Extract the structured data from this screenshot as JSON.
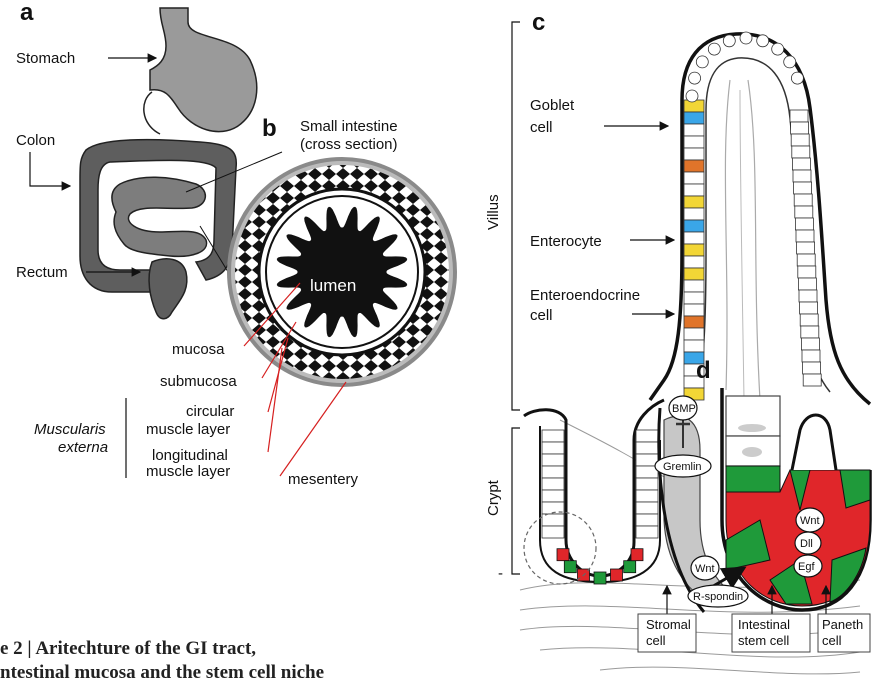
{
  "panels": {
    "a": "a",
    "b": "b",
    "c": "c",
    "d": "d"
  },
  "panel_a": {
    "stomach": "Stomach",
    "colon": "Colon",
    "rectum": "Rectum"
  },
  "panel_b": {
    "title_line1": "Small intestine",
    "title_line2": "(cross section)",
    "lumen": "lumen",
    "mucosa": "mucosa",
    "submucosa": "submucosa",
    "circular_1": "circular",
    "circular_2": "muscle layer",
    "longitudinal_1": "longitudinal",
    "longitudinal_2": "muscle layer",
    "muscularis_1": "Muscularis",
    "muscularis_2": "externa",
    "mesentery": "mesentery"
  },
  "panel_c": {
    "goblet_1": "Goblet",
    "goblet_2": "cell",
    "enterocyte": "Enterocyte",
    "enteroendo_1": "Enteroendocrine",
    "enteroendo_2": "cell",
    "villus": "Villus",
    "crypt": "Crypt"
  },
  "panel_d": {
    "bmp": "BMP",
    "gremlin": "Gremlin",
    "wnt_left": "Wnt",
    "rspondin": "R-spondin",
    "wnt_right": "Wnt",
    "dll": "Dll",
    "egf": "Egf",
    "stromal_1": "Stromal",
    "stromal_2": "cell",
    "isc_1": "Intestinal",
    "isc_2": "stem cell",
    "paneth_1": "Paneth",
    "paneth_2": "cell"
  },
  "caption": {
    "line1": "e 2 | Aritechture of the GI tract,",
    "line2": "ntestinal mucosa and the stem cell niche"
  },
  "colors": {
    "goblet": "#3aa6e8",
    "enterocyte_y": "#f2d636",
    "enteroendocrine": "#e0742a",
    "paneth": "#e0262a",
    "stem": "#1f9a3a",
    "organ_gray": "#8a8a8a"
  }
}
